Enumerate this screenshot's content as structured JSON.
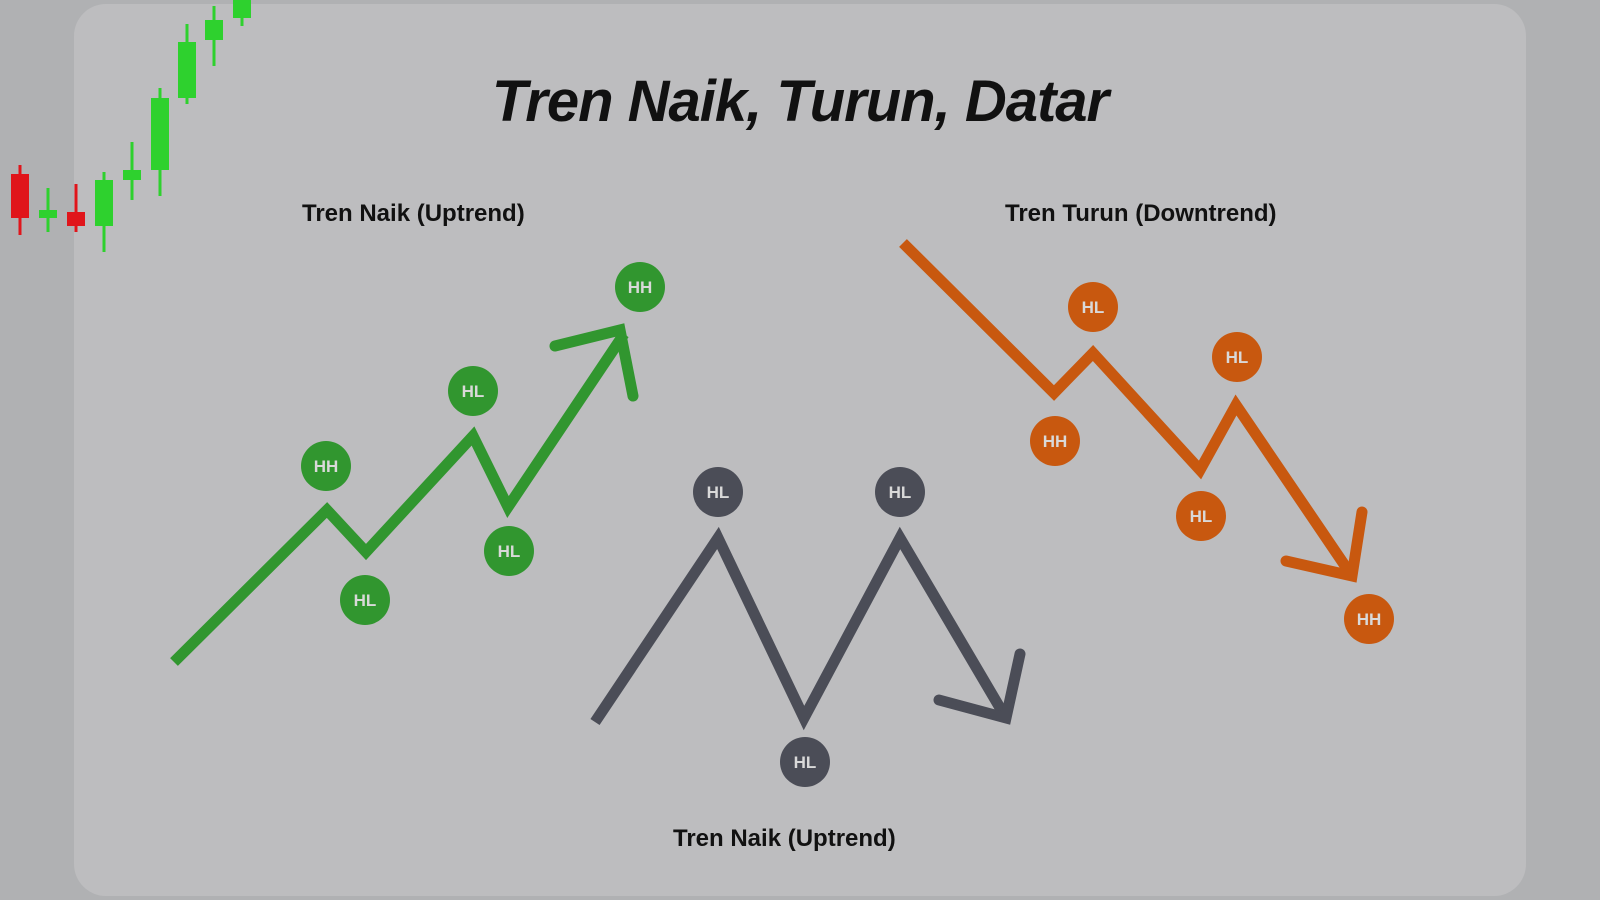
{
  "title": "Tren Naik, Turun, Datar",
  "colors": {
    "background": "#b0b1b3",
    "panel": "#bdbdbf",
    "uptrend": "#31962f",
    "downtrend": "#c8580f",
    "sideways": "#4b4d57",
    "marker_text": "#d9d9d9",
    "candle_up": "#2ed12e",
    "candle_down": "#e0151b"
  },
  "uptrend": {
    "label": "Tren Naik (Uptrend)",
    "markers": [
      "HH",
      "HL",
      "HL",
      "HL",
      "HH"
    ]
  },
  "sideways": {
    "label": "Tren Naik (Uptrend)",
    "markers": [
      "HL",
      "HL",
      "HL"
    ]
  },
  "downtrend": {
    "label": "Tren Turun (Downtrend)",
    "markers": [
      "HL",
      "HL",
      "HH",
      "HL",
      "HH"
    ]
  },
  "candlesticks": {
    "icon": "candlestick-chart-icon",
    "directions": [
      "down",
      "up",
      "down",
      "up",
      "up",
      "up",
      "up",
      "up",
      "up"
    ]
  }
}
